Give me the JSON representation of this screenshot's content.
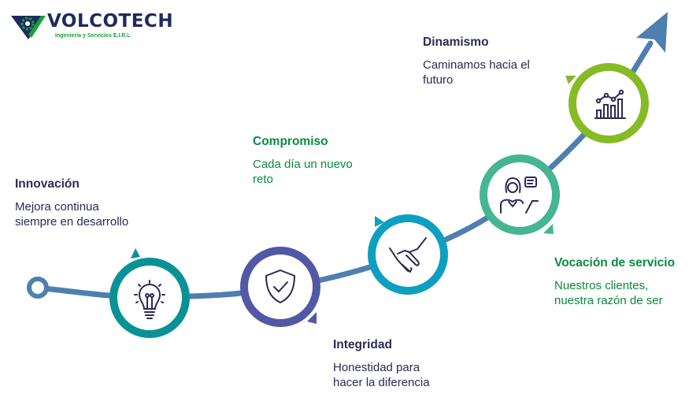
{
  "logo": {
    "name": "VOLCOTECH",
    "tagline": "Ingeniería y Servicios E.I.R.L"
  },
  "colors": {
    "path": "#4f7eb0",
    "innovacion": "#0a9196",
    "integridad": "#5258a6",
    "compromiso": "#0e9fc0",
    "vocacion": "#45b592",
    "dinamismo": "#86bb25",
    "heading_dark": "#2b2a55",
    "heading_green": "#0b8a3e"
  },
  "steps": [
    {
      "title": "Innovación",
      "text_line1": "Mejora continua",
      "text_line2": "siempre en desarrollo",
      "icon": "lightbulb-icon"
    },
    {
      "title": "Integridad",
      "text_line1": "Honestidad para",
      "text_line2": "hacer la diferencia",
      "icon": "shield-check-icon"
    },
    {
      "title": "Compromiso",
      "text_line1": "Cada día un nuevo",
      "text_line2": "reto",
      "icon": "handshake-icon"
    },
    {
      "title": "Vocación de servicio",
      "text_line1": "Nuestros clientes,",
      "text_line2": "nuestra razón de ser",
      "icon": "customer-service-icon"
    },
    {
      "title": "Dinamismo",
      "text_line1": "Caminamos hacia el",
      "text_line2": "futuro",
      "icon": "growth-chart-icon"
    }
  ]
}
